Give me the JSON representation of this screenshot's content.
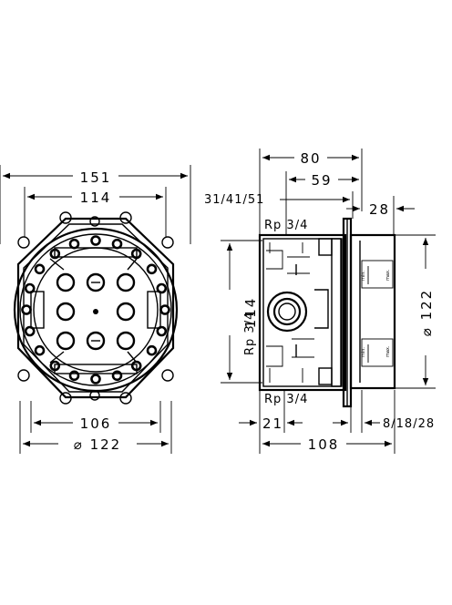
{
  "front_view": {
    "dim_151": "151",
    "dim_114": "114",
    "dim_106": "106",
    "dim_122": "⌀ 122"
  },
  "side_view": {
    "dim_80": "80",
    "dim_59": "59",
    "dim_31_41_51": "31/41/51",
    "dim_28": "28",
    "thread_top": "Rp 3/4",
    "thread_mid": "Rp 3/4",
    "thread_bottom": "Rp 3/4",
    "dim_114_vertical": "114",
    "dim_122_vertical": "⌀ 122",
    "dim_21": "21",
    "dim_8_18_28": "8/18/28",
    "dim_108": "108",
    "label_min_top": "min.",
    "label_max_top": "max.",
    "label_min_bottom": "min.",
    "label_max_bottom": "max."
  }
}
